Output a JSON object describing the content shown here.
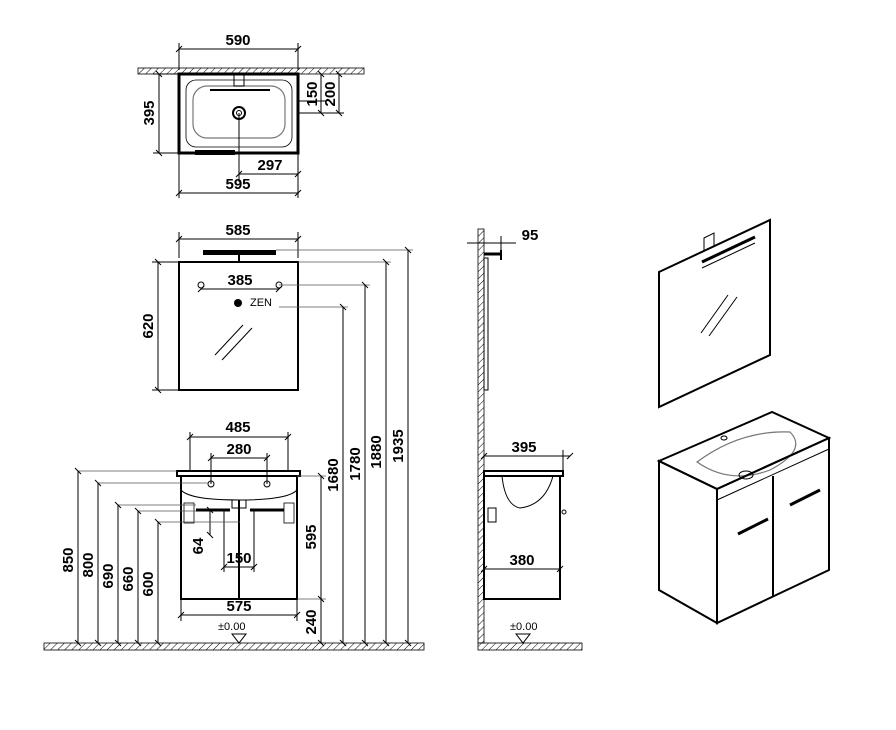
{
  "dimensions": {
    "top_view": {
      "width_top": "590",
      "depth": "395",
      "d150": "150",
      "d200": "200",
      "d297": "297",
      "width_bottom": "595"
    },
    "front_view": {
      "mirror_width": "585",
      "mirror_holes": "385",
      "mirror_height": "620",
      "basin_width": "485",
      "basin_holes": "280",
      "cabinet_width": "575",
      "cabinet_height": "595",
      "dim_64": "64",
      "dim_150": "150",
      "floor_gap": "240",
      "h850": "850",
      "h800": "800",
      "h690": "690",
      "h660": "660",
      "h600": "600",
      "h1680": "1680",
      "h1780": "1780",
      "h1880": "1880",
      "h1935": "1935",
      "floor_level": "±0.00"
    },
    "side_view": {
      "light_projection": "95",
      "basin_depth": "395",
      "cabinet_depth": "380",
      "floor_level": "±0.00"
    }
  },
  "logo_text": "ZEN",
  "colors": {
    "line": "#000000",
    "hatch": "#000000",
    "background": "#ffffff"
  }
}
